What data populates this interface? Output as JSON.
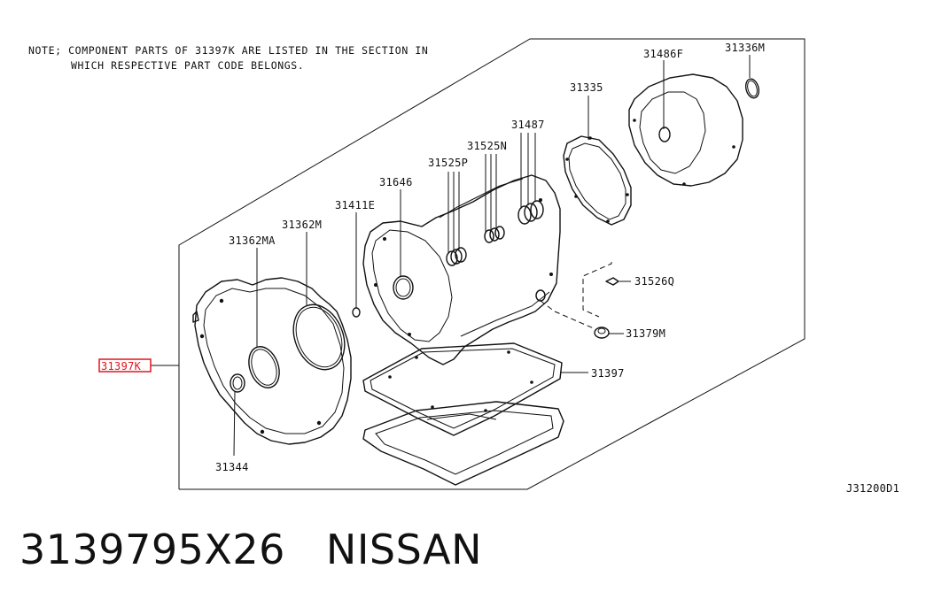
{
  "note": {
    "line1": "NOTE; COMPONENT PARTS OF 31397K ARE LISTED IN THE SECTION IN",
    "line2": "WHICH RESPECTIVE PART CODE BELONGS."
  },
  "labels": {
    "p31397K": "31397K",
    "p31344": "31344",
    "p31362MA": "31362MA",
    "p31362M": "31362M",
    "p31411E": "31411E",
    "p31646": "31646",
    "p31525P": "31525P",
    "p31525N": "31525N",
    "p31487": "31487",
    "p31335": "31335",
    "p31486F": "31486F",
    "p31336M": "31336M",
    "p31526Q": "31526Q",
    "p31379M": "31379M",
    "p31397": "31397"
  },
  "diagram_code": "J31200D1",
  "footer": {
    "part_number": "3139795X26",
    "brand": "NISSAN"
  },
  "colors": {
    "highlight": "#e0141e",
    "line": "#111111"
  }
}
